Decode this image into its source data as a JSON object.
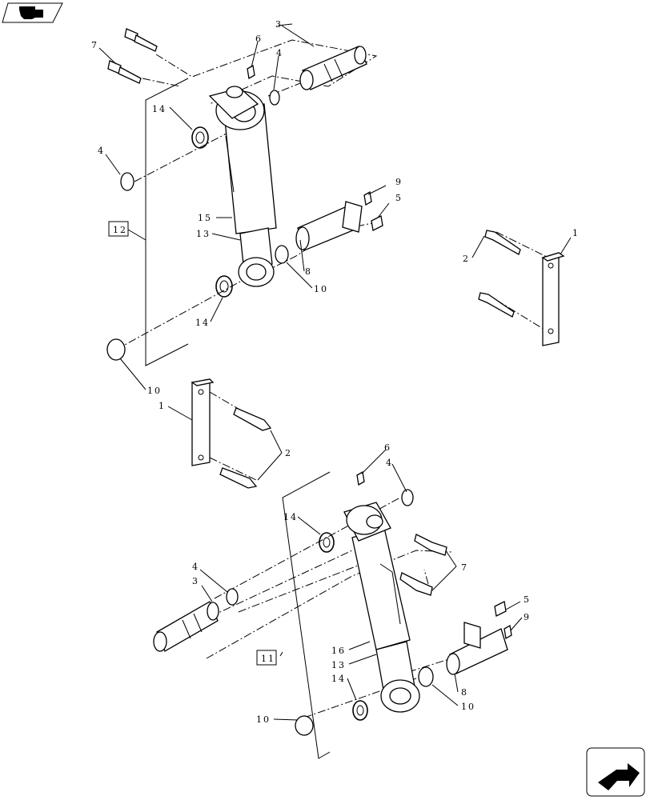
{
  "callouts": {
    "c1a": "1",
    "c1b": "1",
    "c2a": "2",
    "c2b": "2",
    "c3a": "3",
    "c3b": "3",
    "c4a": "4",
    "c4b": "4",
    "c4c": "4",
    "c4d": "4",
    "c5a": "5",
    "c5b": "5",
    "c6a": "6",
    "c6b": "6",
    "c7a": "7",
    "c7b": "7",
    "c8a": "8",
    "c8b": "8",
    "c9a": "9",
    "c9b": "9",
    "c10a": "10",
    "c10b": "10",
    "c10c": "10",
    "c10d": "10",
    "c11": "11",
    "c12": "12",
    "c13a": "13",
    "c13b": "13",
    "c14a": "14",
    "c14b": "14",
    "c14c": "14",
    "c14d": "14",
    "c15": "15",
    "c16": "16"
  },
  "icons": {
    "top_left": "back-arrow-icon",
    "bottom_right": "forward-arrow-icon"
  }
}
